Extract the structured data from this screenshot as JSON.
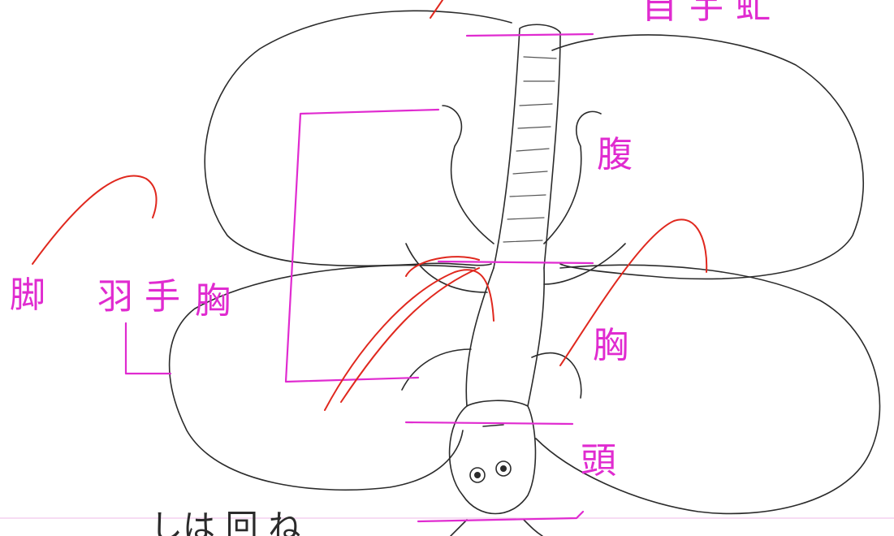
{
  "drawing": {
    "subject": "dragonfly",
    "colors": {
      "pencil": "#2b2b2b",
      "label_ink": "#e02bd0",
      "correction_ink": "#e0281e",
      "paper": "#ffffff"
    },
    "labels": {
      "top_right": "自 宇 虻",
      "abdomen": "腹",
      "thorax": "胸",
      "head": "頭",
      "left_thorax": "胸",
      "left_feather": "羽 手",
      "left_leg": "脚",
      "bottom_pencil": "しは 回 ね"
    }
  }
}
